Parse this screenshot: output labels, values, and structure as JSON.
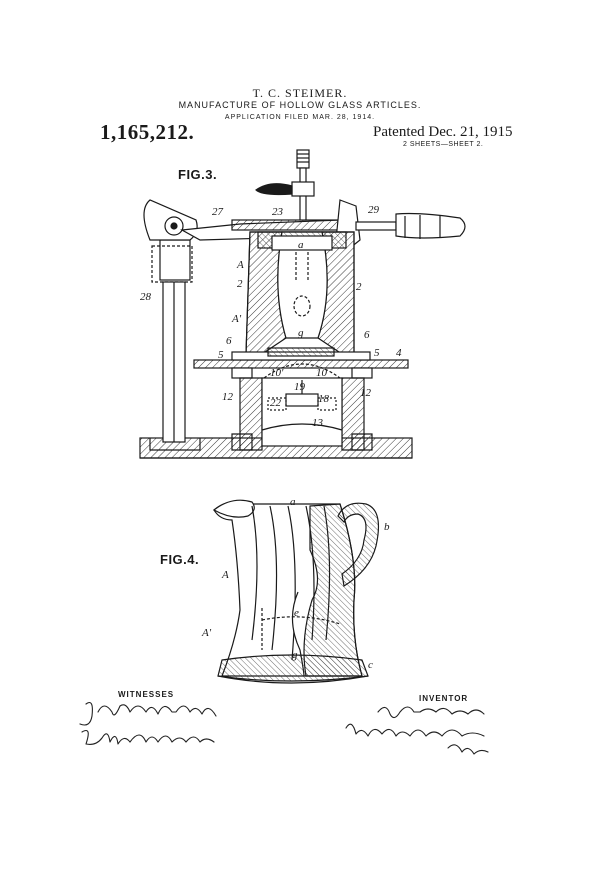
{
  "header": {
    "inventor_name": "T. C. STEIMER.",
    "title": "MANUFACTURE OF HOLLOW GLASS ARTICLES.",
    "application": "APPLICATION FILED MAR. 28, 1914.",
    "patent_number": "1,165,212.",
    "patented": "Patented Dec. 21, 1915",
    "sheets": "2 SHEETS—SHEET 2."
  },
  "figures": {
    "fig3": {
      "label": "FIG.3.",
      "refs": [
        "27",
        "23",
        "29",
        "a",
        "A",
        "2",
        "2",
        "28",
        "A'",
        "g",
        "6",
        "6",
        "5",
        "5",
        "4",
        "10'",
        "10",
        "19",
        "12",
        "12",
        "22",
        "18",
        "13"
      ]
    },
    "fig4": {
      "label": "FIG.4.",
      "refs": [
        "a",
        "b",
        "A",
        "A'",
        "e",
        "g",
        "c"
      ]
    }
  },
  "signatures": {
    "witnesses_label": "WITNESSES",
    "witness_1": "J. Herbert Bradley.",
    "witness_2": "Ella McConnell",
    "inventor_label": "INVENTOR",
    "inventor_signature": "T. C. Steimer",
    "attorney_signature": "By Victor J. Doolittle, Atty."
  }
}
